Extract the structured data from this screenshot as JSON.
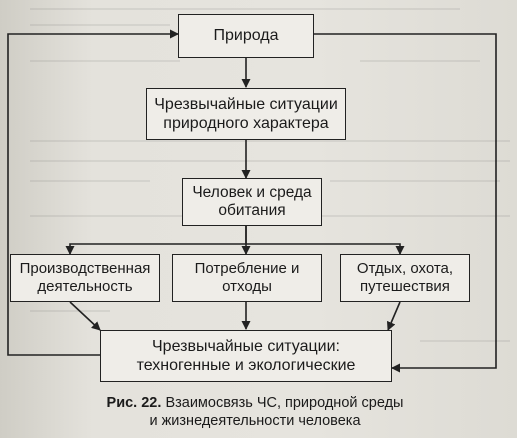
{
  "diagram": {
    "nodes": {
      "nature": "Природа",
      "natural_emergencies": "Чрезвычайные ситуации\nприродного характера",
      "human_environment": "Человек и среда\nобитания",
      "production": "Производственная\nдеятельность",
      "consumption": "Потребление и\nотходы",
      "leisure": "Отдых, охота,\nпутешествия",
      "technogenic_emergencies": "Чрезвычайные ситуации:\nтехногенные и экологические"
    }
  },
  "caption": {
    "label": "Рис. 22.",
    "text": "Взаимосвязь ЧС, природной среды\nи жизнедеятельности человека"
  }
}
